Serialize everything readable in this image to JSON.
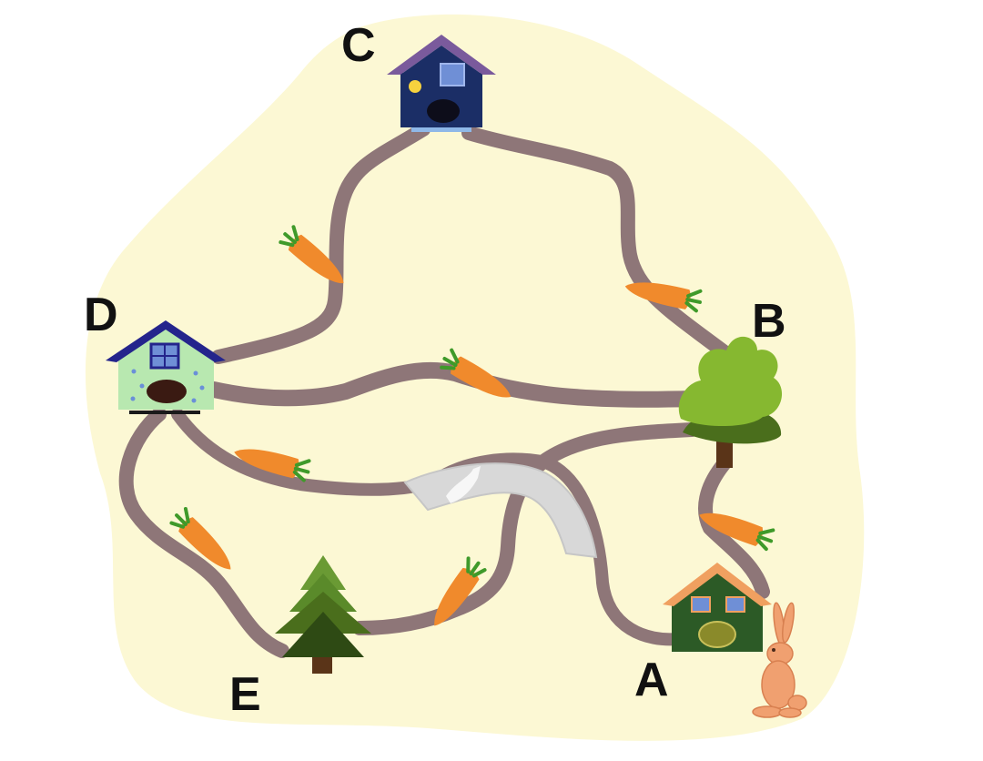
{
  "labels": {
    "a": "A",
    "b": "B",
    "c": "C",
    "d": "D",
    "e": "E"
  },
  "colors": {
    "meadow": "#fcf8d4",
    "path": "#8e7678",
    "carrot": "#f08a2c",
    "carrot_leaf": "#3f9a2a",
    "bridge": "#d8d8d8",
    "house_a_body": "#2c5a26",
    "house_a_roof": "#f0a060",
    "house_c_body": "#1b2e66",
    "house_c_roof": "#7a5a9c",
    "house_d_body": "#b8e8b0",
    "house_d_roof": "#24248c",
    "tree_b_leaves": "#86b830",
    "tree_e_leaves": "#5a8a2a",
    "rabbit": "#f0a070"
  },
  "icons": [
    "house-icon",
    "tree-icon",
    "carrot-icon",
    "rabbit-icon",
    "bridge-icon"
  ]
}
